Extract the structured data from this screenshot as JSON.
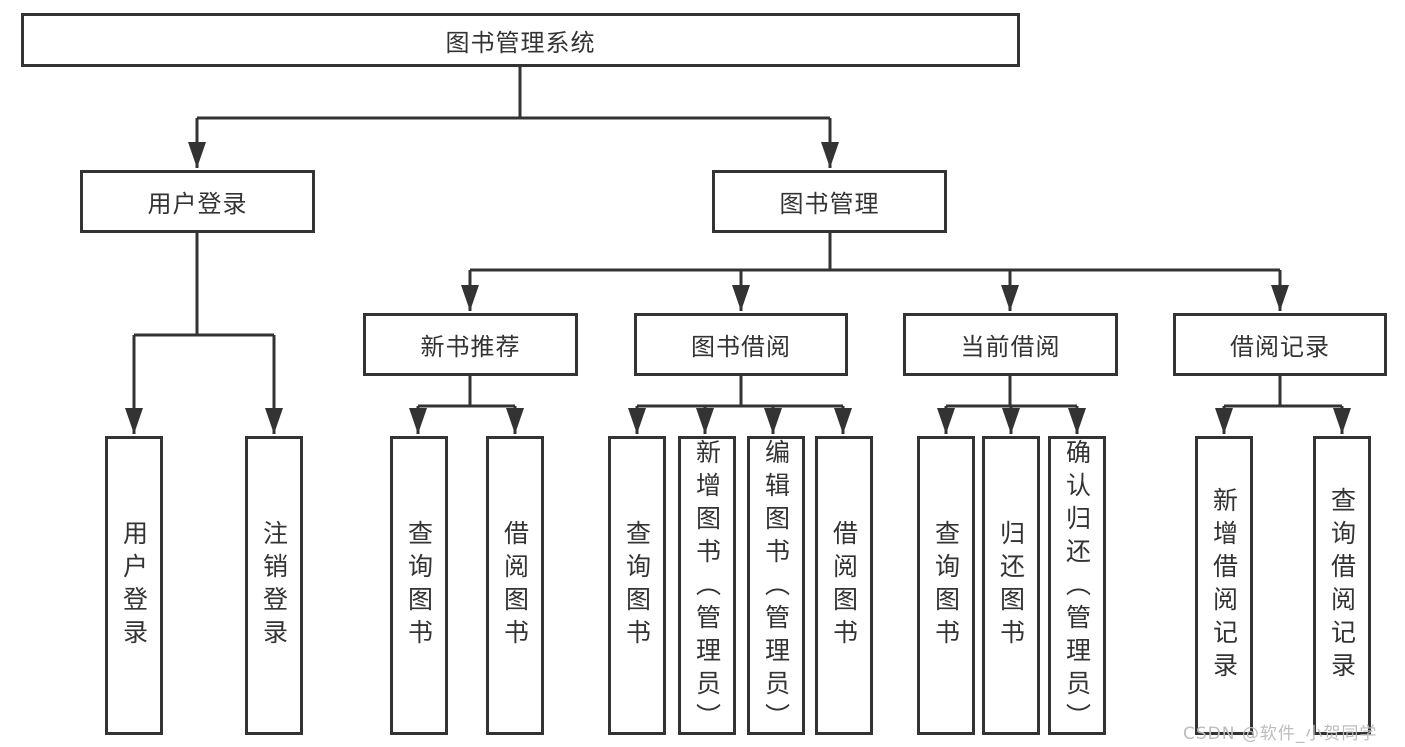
{
  "tree": {
    "label": "图书管理系统",
    "children": [
      {
        "label": "用户登录",
        "children": [
          {
            "label": "用户登录"
          },
          {
            "label": "注销登录"
          }
        ]
      },
      {
        "label": "图书管理",
        "children": [
          {
            "label": "新书推荐",
            "children": [
              {
                "label": "查询图书"
              },
              {
                "label": "借阅图书"
              }
            ]
          },
          {
            "label": "图书借阅",
            "children": [
              {
                "label": "查询图书"
              },
              {
                "label": "新增图书（管理员）"
              },
              {
                "label": "编辑图书（管理员）"
              },
              {
                "label": "借阅图书"
              }
            ]
          },
          {
            "label": "当前借阅",
            "children": [
              {
                "label": "查询图书"
              },
              {
                "label": "归还图书"
              },
              {
                "label": "确认归还（管理员）"
              }
            ]
          },
          {
            "label": "借阅记录",
            "children": [
              {
                "label": "新增借阅记录"
              },
              {
                "label": "查询借阅记录"
              }
            ]
          }
        ]
      }
    ]
  },
  "watermark": "CSDN @软件_小贺同学",
  "colors": {
    "line": "#333333",
    "box_border": "#333333",
    "text": "#333333",
    "background": "#ffffff",
    "watermark": "#bdbdbd"
  }
}
